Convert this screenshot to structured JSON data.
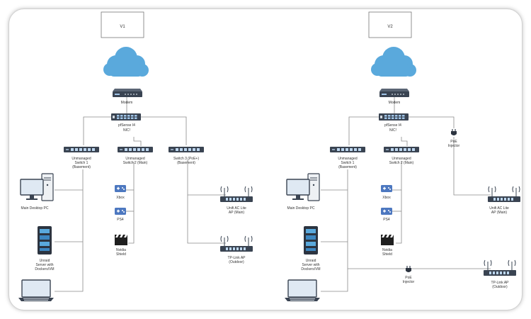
{
  "v1": {
    "title": "V1",
    "modem": "Modem",
    "router": [
      "pfSense I4",
      "NIC!"
    ],
    "switch1": [
      "Unmanaged",
      "Switch 1",
      "(Basement)"
    ],
    "switch2": [
      "Unmanaged",
      "Switch 2 (Main)"
    ],
    "switch3": [
      "Switch 3 (PoE+)",
      "(Basement)"
    ],
    "pc": "Main Desktop PC",
    "server": [
      "Unraid",
      "Server with",
      "Dockers/VM"
    ],
    "xbox": "Xbox",
    "ps4": "PS4",
    "shield": [
      "Nvidia",
      "Shield"
    ],
    "ap_main": [
      "Unifi AC Lite",
      "AP (Main)"
    ],
    "ap_outdoor": [
      "TP-Link AP",
      "(Outdoor)"
    ]
  },
  "v2": {
    "title": "V2",
    "modem": "Modem",
    "router": [
      "pfSense I4",
      "NIC!"
    ],
    "poe1": [
      "PoE",
      "Injector"
    ],
    "switch1": [
      "Unmanaged",
      "Switch 1",
      "(Basement)"
    ],
    "switch2": [
      "Unmanaged",
      "Switch 2 (Main)"
    ],
    "pc": "Main Desktop PC",
    "server": [
      "Unraid",
      "Server with",
      "Dockers/VM"
    ],
    "xbox": "Xbox",
    "ps4": "PS4",
    "shield": [
      "Nvidia",
      "Shield"
    ],
    "ap_main": [
      "Unifi AC Lite",
      "AP (Main)"
    ],
    "poe2": [
      "PoE",
      "Injector"
    ],
    "ap_outdoor": [
      "TP-Link AP",
      "(Outdoor)"
    ]
  },
  "colors": {
    "cloud": "#5aa9dc",
    "device_dark": "#3a4452",
    "port": "#9fc3e6",
    "link": "#8a8a8a",
    "console": "#4d78c0",
    "monitor": "#dfe9f3"
  }
}
